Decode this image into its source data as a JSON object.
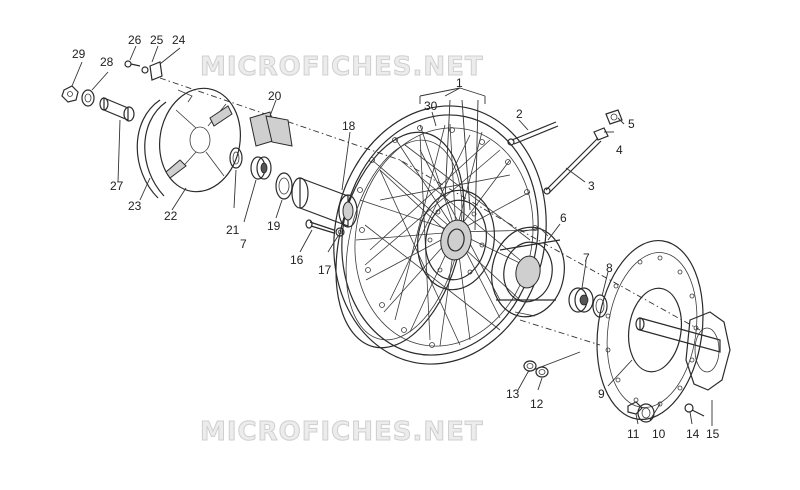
{
  "watermark": {
    "text": "MICROFICHES.NET"
  },
  "callouts": [
    "1",
    "2",
    "3",
    "4",
    "5",
    "6",
    "7",
    "7",
    "8",
    "9",
    "10",
    "11",
    "12",
    "13",
    "14",
    "15",
    "16",
    "17",
    "18",
    "19",
    "20",
    "21",
    "22",
    "23",
    "24",
    "25",
    "26",
    "27",
    "28",
    "29",
    "30"
  ]
}
